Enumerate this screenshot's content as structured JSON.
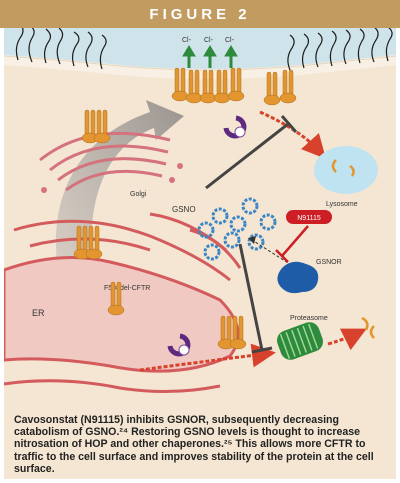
{
  "figure": {
    "title": "FIGURE 2"
  },
  "labels": {
    "cl1": "Cl-",
    "cl2": "Cl-",
    "cl3": "Cl-",
    "golgi": "Golgi",
    "er": "ER",
    "f508del": "F508del-CFTR",
    "gsno": "GSNO",
    "n91115": "N91115",
    "gsnor": "GSNOR",
    "lysosome": "Lysosome",
    "proteasome": "Proteasome"
  },
  "caption": "Cavosonstat (N91115) inhibits GSNOR, subsequently decreasing catabolism of GSNO.²⁴ Restoring GSNO levels is thought to increase nitrosation of HOP and other chaperones.²⁵ This allows more CFTR to traffic to the cell surface and improves stability of the protein at the cell surface.",
  "colors": {
    "banner": "#c29b61",
    "extracellular": "#cfe3ea",
    "cytoplasm": "#f4e6d2",
    "cftr": "#e3962f",
    "arrow_red": "#d8412b",
    "green": "#2e8b3c",
    "gsno_blue": "#3c86c6",
    "inhibitor_red": "#cc1e24"
  }
}
